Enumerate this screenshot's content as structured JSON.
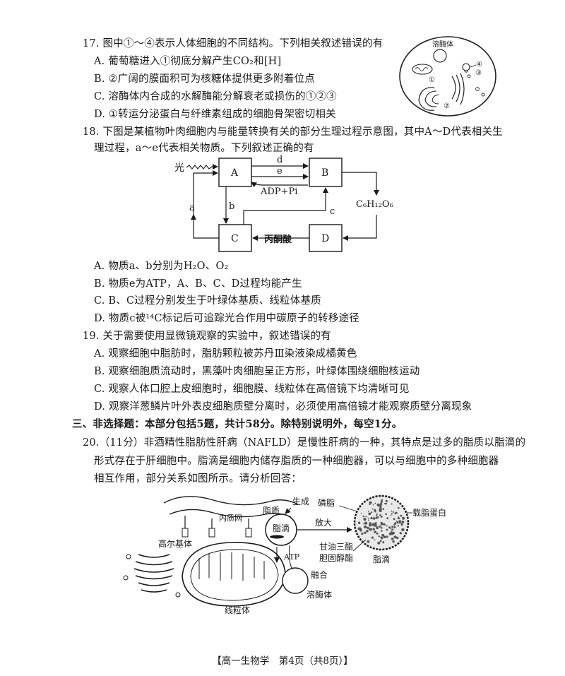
{
  "q17": {
    "stem": "17. 图中①～④表示人体细胞的不同结构。下列相关叙述错误的有",
    "options": [
      "A. 葡萄糖进入①彻底分解产生CO₂和[H]",
      "B. ②广阔的膜面积可为核糖体提供更多附着位点",
      "C. 溶酶体内合成的水解酶能分解衰老或损伤的①②③",
      "D. ①转运分泌蛋白与纤维素组成的细胞骨架密切相关"
    ],
    "figure": {
      "lysosome_label": "溶酶体",
      "m1": "①",
      "m2": "②",
      "m3": "③",
      "m4": "④"
    }
  },
  "q18": {
    "stem_line1": "18. 下图是某植物叶肉细胞内与能量转换有关的部分生理过程示意图，其中A～D代表相关生",
    "stem_line2": "理过程，a～e代表相关物质。下列叙述正确的有",
    "diagram": {
      "light": "光",
      "A": "A",
      "B": "B",
      "C": "C",
      "D": "D",
      "a": "a",
      "b": "b",
      "c": "c",
      "d": "d",
      "e": "e",
      "adp": "ADP+Pi",
      "glucose": "C₆H₁₂O₆",
      "pyruvate": "丙酮酸"
    },
    "options": [
      "A. 物质a、b分别为H₂O、O₂",
      "B. 物质e为ATP，A、B、C、D过程均能产生",
      "C. B、C过程分别发生于叶绿体基质、线粒体基质",
      "D. 物质c被¹⁴C标记后可追踪光合作用中碳原子的转移途径"
    ]
  },
  "q19": {
    "stem": "19. 关于需要使用显微镜观察的实验中，叙述错误的有",
    "options": [
      "A. 观察细胞中脂肪时，脂肪颗粒被苏丹Ⅲ染液染成橘黄色",
      "B. 观察细胞质流动时，黑藻叶肉细胞呈正方形，叶绿体围绕细胞核运动",
      "C. 观察人体口腔上皮细胞时，细胞膜、线粒体在高倍镜下均清晰可见",
      "D. 观察洋葱鳞片叶外表皮细胞质壁分离时，必须使用高倍镜才能观察质壁分离现象"
    ]
  },
  "section3": "三、非选择题：本部分包括5题，共计58分。除特别说明外，每空1分。",
  "q20": {
    "line1": "20.（11分）非酒精性脂肪性肝病（NAFLD）是慢性肝病的一种，其特点是过多的脂质以脂滴的",
    "line2": "形式存在于肝细胞中。脂滴是细胞内储存脂质的一种细胞器，可以与细胞中的多种细胞器",
    "line3": "相互作用，部分关系如图所示。请分析回答：",
    "figure": {
      "er": "内质网",
      "golgi": "高尔基体",
      "lipid": "脂质",
      "generate": "生成",
      "droplet": "脂滴",
      "atp": "ATP",
      "enlarge": "放大",
      "phospholipid": "磷脂",
      "apolipoprotein": "载脂蛋白",
      "tg": "甘油三酯",
      "chol": "胆固醇酯",
      "droplet2": "脂滴",
      "mito": "线粒体",
      "fusion": "融合",
      "lyso": "溶酶体"
    }
  },
  "footer": "【高一生物学　第4页（共8页）】"
}
